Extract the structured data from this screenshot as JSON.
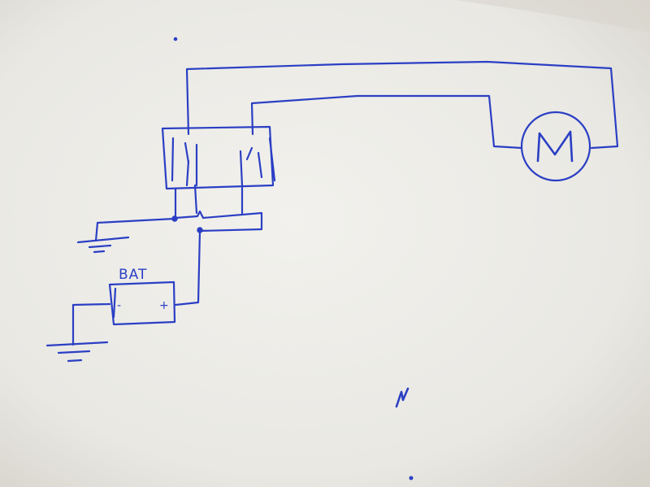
{
  "diagram": {
    "battery_label": "BAT",
    "battery_minus": "-",
    "battery_plus": "+",
    "motor_label": "M",
    "page_mark": "n"
  },
  "colors": {
    "ink": "#2b3fc4",
    "paper": "#ecebe6",
    "paper_shadow": "#d9d6cf"
  },
  "icons": [
    "ground-symbol",
    "battery-symbol",
    "motor-symbol",
    "dpdt-switch-symbol"
  ]
}
